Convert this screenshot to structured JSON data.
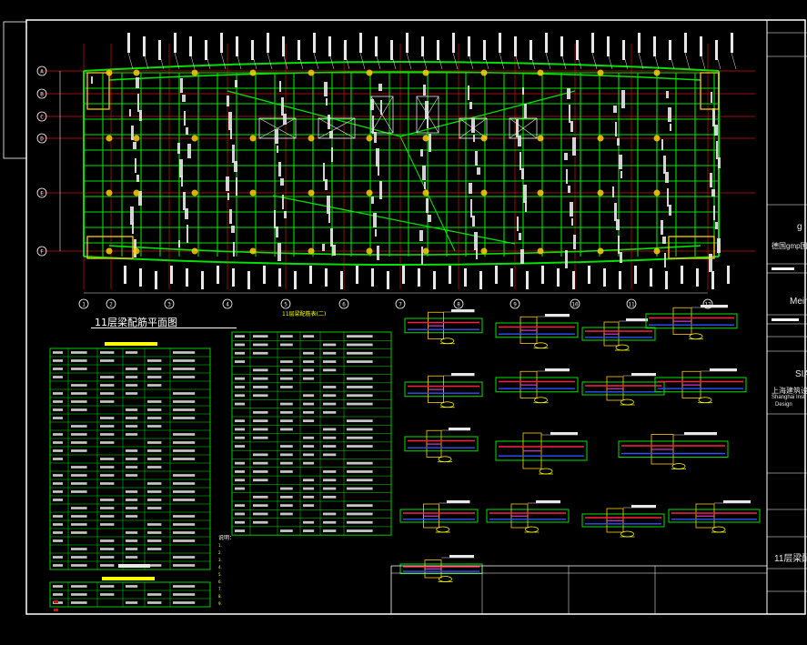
{
  "drawing": {
    "plan_title": "11层梁配筋平面图",
    "table2_caption": "11层梁配筋表(二)"
  },
  "title_block": {
    "lines": [
      "g",
      "德国gmp国",
      "Mein",
      "SIA",
      "上海建筑设计",
      "Shanghai Inst",
      "Design",
      "11层梁配"
    ]
  },
  "notes": {
    "heading": "说明：",
    "lines": [
      "1.",
      "2.",
      "3.",
      "4.",
      "5.",
      "6.",
      "7.",
      "8.",
      "9."
    ]
  },
  "colors": {
    "background": "#000000",
    "beam": "#00e000",
    "gridline": "#d01010",
    "column": "#ffcc00",
    "frame": "#ffffff",
    "table_line": "#00e000",
    "highlight": "#ffff00"
  },
  "grid_axes": {
    "columns": [
      "1",
      "2",
      "3",
      "4",
      "5",
      "6",
      "7",
      "8",
      "9",
      "10",
      "11",
      "12"
    ],
    "rows": [
      "A",
      "B",
      "C",
      "D",
      "E",
      "F"
    ]
  }
}
